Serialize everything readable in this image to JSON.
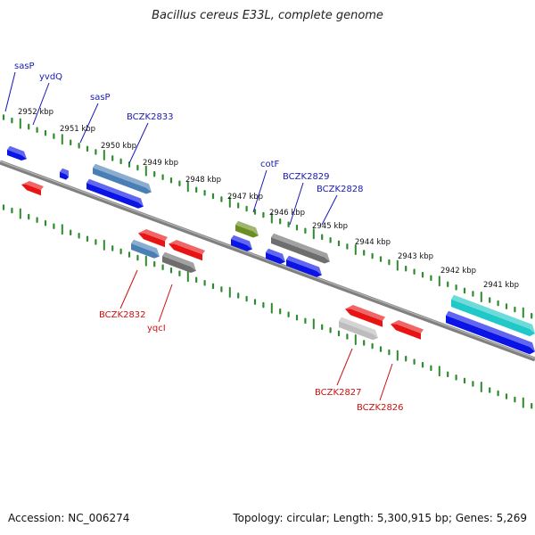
{
  "title": "Bacillus cereus E33L, complete genome",
  "footer": {
    "accession": "Accession: NC_006274",
    "topology": "Topology: circular; Length: 5,300,915 bp; Genes: 5,269"
  },
  "colors": {
    "backbone": "#808080",
    "tick": "#2e8b2e",
    "label_fwd": "#1a1ab4",
    "label_rev": "#cc1010",
    "blue": "#0a14e6",
    "steel": "#4a7fb5",
    "olive": "#6b8e23",
    "gray": "#6e6e6e",
    "lightgray": "#bdbdbd",
    "red": "#e81414",
    "cyan": "#20c8c8"
  },
  "kbp_labels": [
    "2952 kbp",
    "2951 kbp",
    "2950 kbp",
    "2949 kbp",
    "2948 kbp",
    "2947 kbp",
    "2946 kbp",
    "2945 kbp",
    "2944 kbp",
    "2943 kbp",
    "2942 kbp",
    "2941 kbp"
  ],
  "top_labels": [
    "sasP",
    "yvdQ",
    "sasP",
    "BCZK2833",
    "cotF",
    "BCZK2829",
    "BCZK2828"
  ],
  "bottom_labels": [
    "BCZK2832",
    "yqcI",
    "BCZK2827",
    "BCZK2826"
  ],
  "features": [
    {
      "color": "blue",
      "label": "sasP"
    },
    {
      "color": "blue",
      "label": "yvdQ"
    },
    {
      "color": "steel",
      "label": "sasP"
    },
    {
      "color": "blue",
      "label": "BCZK2833"
    },
    {
      "color": "olive",
      "label": "cotF"
    },
    {
      "color": "blue"
    },
    {
      "color": "gray",
      "label": "BCZK2829"
    },
    {
      "color": "blue",
      "label": "BCZK2828"
    },
    {
      "color": "cyan"
    },
    {
      "color": "blue"
    },
    {
      "color": "red"
    },
    {
      "color": "red",
      "label": "BCZK2832"
    },
    {
      "color": "steel"
    },
    {
      "color": "red"
    },
    {
      "color": "gray",
      "label": "yqcI"
    },
    {
      "color": "red"
    },
    {
      "color": "lightgray",
      "label": "BCZK2827"
    },
    {
      "color": "red",
      "label": "BCZK2826"
    }
  ]
}
